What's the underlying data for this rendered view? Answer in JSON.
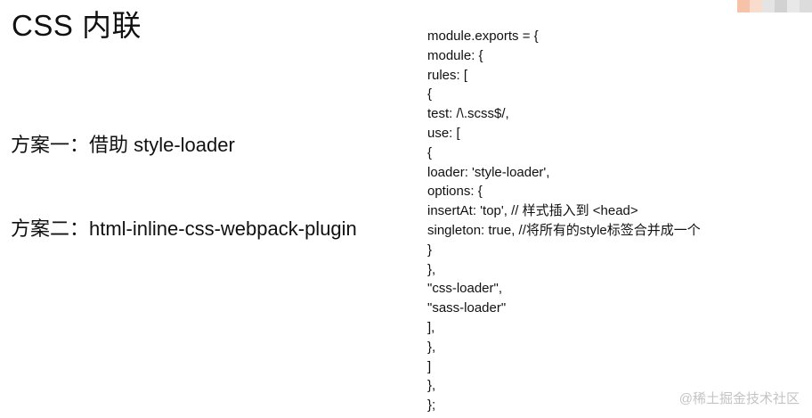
{
  "slide": {
    "title": "CSS 内联",
    "plans": [
      "方案一：借助 style-loader",
      "方案二：html-inline-css-webpack-plugin"
    ],
    "code_lines": [
      "module.exports = {",
      "  module: {",
      "    rules: [",
      "      {",
      "        test: /\\.scss$/,",
      "        use: [",
      "          {",
      "            loader: 'style-loader',",
      "            options: {",
      "                insertAt: 'top', // 样式插入到 <head>",
      "                singleton: true, //将所有的style标签合并成一个",
      "              }",
      "            },",
      "          \"css-loader\",",
      "          \"sass-loader\"",
      "        ],",
      "      },",
      "    ]",
      "  },",
      "};"
    ],
    "watermark": "@稀土掘金技术社区"
  },
  "colors": {
    "text": "#111111",
    "watermark": "#c4c4c4",
    "decor": [
      "#f6c3a9",
      "#f9dccc",
      "#e4e4e4",
      "#d2d2d2",
      "#e8e8e8",
      "#dcdcdc"
    ]
  }
}
